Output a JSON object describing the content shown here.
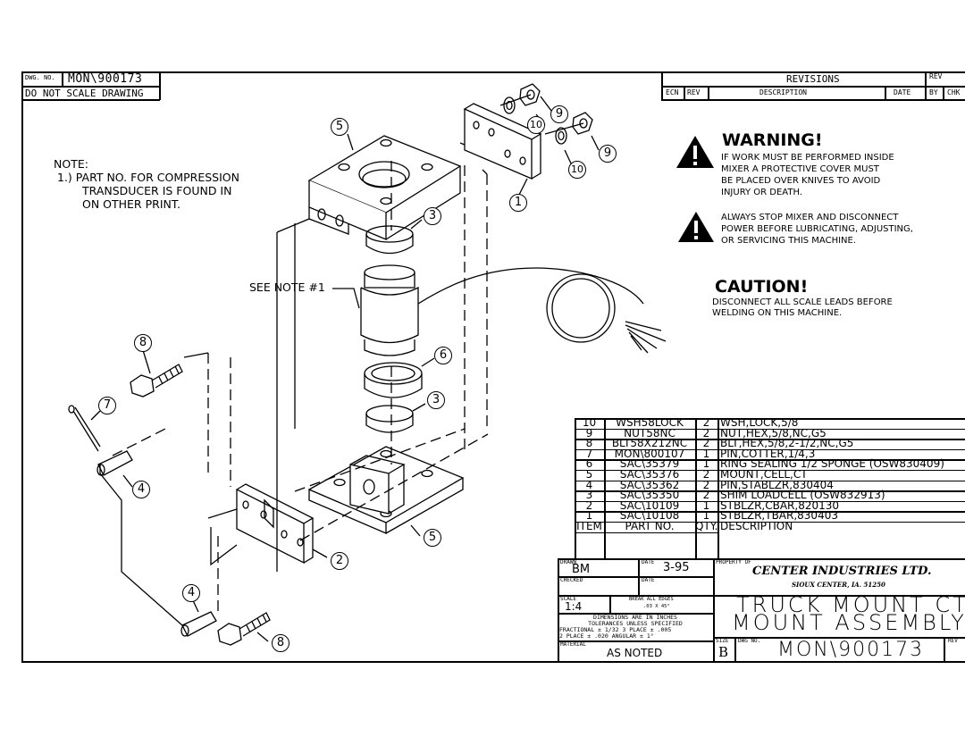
{
  "header": {
    "dwg_no_label": "DWG. NO.",
    "dwg_no": "MON\\900173",
    "scale_note": "DO NOT SCALE DRAWING"
  },
  "revisions": {
    "title": "REVISIONS",
    "rev_label": "REV",
    "columns": [
      "ECN",
      "REV",
      "DESCRIPTION",
      "DATE",
      "BY",
      "CHK"
    ]
  },
  "note": {
    "title": "NOTE:",
    "lines": [
      "1.) PART NO. FOR COMPRESSION",
      "TRANSDUCER IS FOUND IN",
      "ON OTHER PRINT."
    ]
  },
  "callout": "SEE NOTE #1",
  "balloons": [
    "1",
    "2",
    "3",
    "3",
    "4",
    "4",
    "5",
    "5",
    "6",
    "7",
    "8",
    "8",
    "9",
    "9",
    "10",
    "10"
  ],
  "warning": {
    "title": "WARNING!",
    "text1": [
      "IF WORK MUST BE PERFORMED INSIDE",
      "MIXER A PROTECTIVE COVER MUST",
      "BE PLACED OVER KNIVES TO AVOID",
      "INJURY OR DEATH."
    ],
    "text2": [
      "ALWAYS STOP MIXER AND DISCONNECT",
      "POWER BEFORE LUBRICATING, ADJUSTING,",
      "OR SERVICING THIS MACHINE."
    ]
  },
  "caution": {
    "title": "CAUTION!",
    "lines": [
      "DISCONNECT ALL SCALE LEADS BEFORE",
      "WELDING ON THIS MACHINE."
    ]
  },
  "bom": {
    "rows": [
      {
        "item": "10",
        "part": "WSH58LOCK",
        "qty": "2",
        "desc": "WSH,LOCK,5/8"
      },
      {
        "item": "9",
        "part": "NUT58NC",
        "qty": "2",
        "desc": "NUT,HEX,5/8,NC,G5"
      },
      {
        "item": "8",
        "part": "BLT58X212NC",
        "qty": "2",
        "desc": "BLT,HEX,5/8,2-1/2,NC,G5"
      },
      {
        "item": "7",
        "part": "MON\\800107",
        "qty": "1",
        "desc": "PIN,COTTER,1/4,3"
      },
      {
        "item": "6",
        "part": "SAC\\35379",
        "qty": "1",
        "desc": "RING SEALING 1/2 SPONGE (OSW830409)"
      },
      {
        "item": "5",
        "part": "SAC\\35376",
        "qty": "2",
        "desc": "MOUNT,CELL,CT"
      },
      {
        "item": "4",
        "part": "SAC\\35362",
        "qty": "2",
        "desc": "PIN,STABLZR,830404"
      },
      {
        "item": "3",
        "part": "SAC\\35350",
        "qty": "2",
        "desc": "SHIM LOADCELL (OSW832913)"
      },
      {
        "item": "2",
        "part": "SAC\\10109",
        "qty": "1",
        "desc": "STBLZR,CBAR,820130"
      },
      {
        "item": "1",
        "part": "SAC\\10108",
        "qty": "1",
        "desc": "STBLZR,TBAR,830403"
      }
    ],
    "header": {
      "item": "ITEM",
      "part": "PART NO.",
      "qty": "QTY.",
      "desc": "DESCRIPTION"
    }
  },
  "title_block": {
    "drawn_label": "DRAWN",
    "drawn": "BM",
    "date_label": "DATE",
    "date": "3-95",
    "checked_label": "CHECKED",
    "date2_label": "DATE",
    "property_label": "PROPERTY OF",
    "company": "CENTER INDUSTRIES LTD.",
    "company_address": "SIOUX CENTER, IA. 51250",
    "scale_label": "SCALE",
    "scale": "1:4",
    "break_edges": [
      "BREAK ALL EDGES",
      ".03 X 45°"
    ],
    "tolerances": [
      "DIMENSIONS ARE IN INCHES",
      "TOLERANCES UNLESS SPECIFIED",
      "FRACTIONAL ± 1/32    3 PLACE ± .005",
      "2 PLACE ± .020      ANGULAR ± 1°"
    ],
    "title1": "TRUCK MOUNT CT",
    "title2": "MOUNT ASSEMBLY",
    "material_label": "MATERIAL",
    "material": "AS NOTED",
    "size_label": "SIZE",
    "size": "B",
    "dwg_no_label": "DWG NO.",
    "dwg_no": "MON\\900173",
    "rev_label": "REV"
  }
}
